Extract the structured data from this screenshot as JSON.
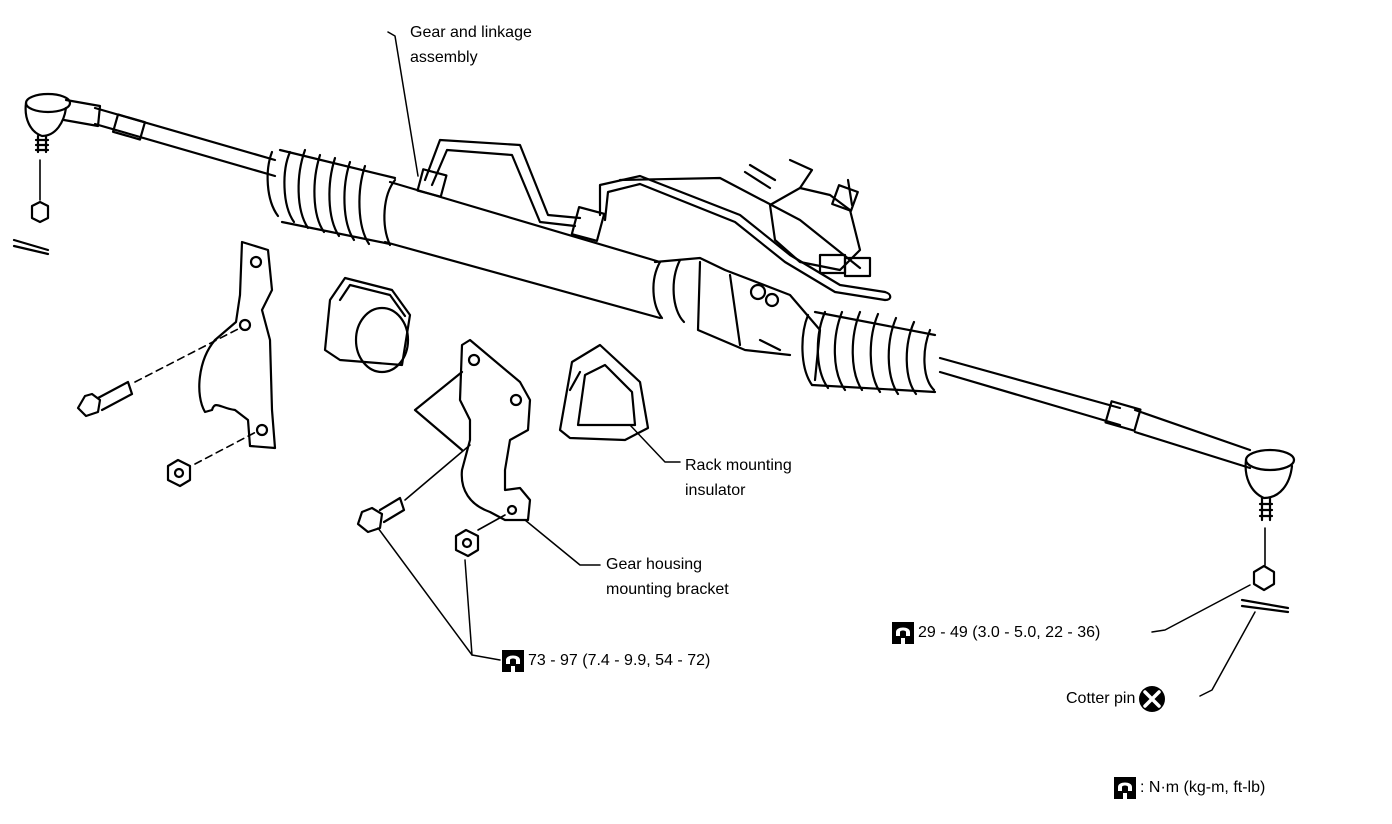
{
  "labels": {
    "gear_linkage_1": "Gear and linkage",
    "gear_linkage_2": "assembly",
    "rack_insulator_1": "Rack mounting",
    "rack_insulator_2": "insulator",
    "gear_bracket_1": "Gear housing",
    "gear_bracket_2": "mounting bracket",
    "torque_bracket": "73 - 97 (7.4 - 9.9, 54 - 72)",
    "torque_tie_rod": "29 - 49 (3.0 - 5.0, 22 - 36)",
    "cotter_pin": "Cotter pin",
    "legend_units": ": N·m (kg-m, ft-lb)"
  },
  "icons": {
    "torque": "torque-wrench-icon",
    "replace": "always-replace-icon"
  },
  "colors": {
    "ink": "#000000",
    "paper": "#ffffff"
  }
}
